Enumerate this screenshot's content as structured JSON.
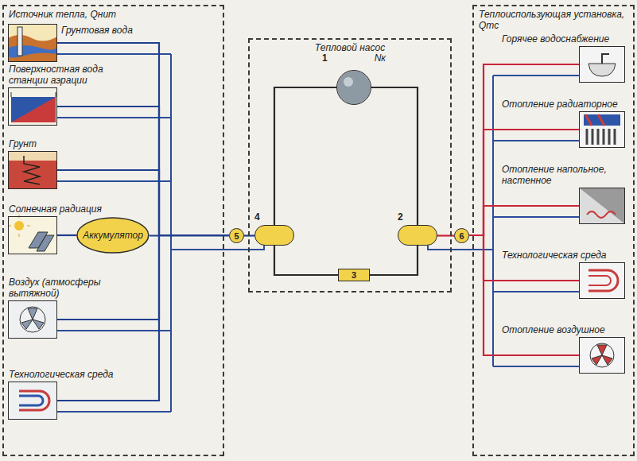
{
  "diagram": {
    "nodes": [
      {
        "text": [
          "Источник тепла, Qнит"
        ]
      },
      {
        "text": [
          "Грунтовая вода"
        ],
        "in": 0
      },
      {
        "text": [
          "Поверхностная вода станции аэрации"
        ],
        "in": 0
      },
      {
        "text": [
          "Грунт"
        ],
        "in": 0
      },
      {
        "text": [
          "Солнечная радиация"
        ],
        "in": 0
      },
      {
        "text": [
          "Аккумулятор"
        ],
        "in": 0
      },
      {
        "text": [
          "Воздух (атмосферы вытяжной)"
        ],
        "in": 0
      },
      {
        "text": [
          "Технологическая среда"
        ],
        "in": 0
      },
      {
        "text": [
          "5"
        ]
      },
      {
        "text": [
          "Тепловой насос"
        ]
      },
      {
        "text": [
          "1",
          "Nк"
        ],
        "in": 9
      },
      {
        "text": [
          "4"
        ],
        "in": 9
      },
      {
        "text": [
          "2"
        ],
        "in": 9
      },
      {
        "text": [
          "3"
        ],
        "in": 9
      },
      {
        "text": [
          "6"
        ]
      },
      {
        "text": [
          "Теплоиспользующая установка, Qтс"
        ]
      },
      {
        "text": [
          "Горячее водоснабжение"
        ],
        "in": 15
      },
      {
        "text": [
          "Отопление радиаторное"
        ],
        "in": 15
      },
      {
        "text": [
          "Отопление напольное, настенное"
        ],
        "in": 15
      },
      {
        "text": [
          "Технологическая среда"
        ],
        "in": 15
      },
      {
        "text": [
          "Отопление воздушное"
        ],
        "in": 15
      }
    ],
    "edges": [
      {
        "from": 1,
        "to": 8,
        "arrow": "none"
      },
      {
        "from": 2,
        "to": 8,
        "arrow": "none"
      },
      {
        "from": 3,
        "to": 8,
        "arrow": "none"
      },
      {
        "from": 4,
        "to": 5,
        "arrow": "none"
      },
      {
        "from": 5,
        "to": 8,
        "arrow": "none"
      },
      {
        "from": 6,
        "to": 8,
        "arrow": "none"
      },
      {
        "from": 7,
        "to": 8,
        "arrow": "none"
      },
      {
        "from": 8,
        "to": 11,
        "arrow": "none"
      },
      {
        "from": 11,
        "to": 10,
        "arrow": "none"
      },
      {
        "from": 10,
        "to": 12,
        "arrow": "none"
      },
      {
        "from": 12,
        "to": 13,
        "arrow": "none"
      },
      {
        "from": 13,
        "to": 11,
        "arrow": "none"
      },
      {
        "from": 12,
        "to": 14,
        "arrow": "none"
      },
      {
        "from": 14,
        "to": 16,
        "arrow": "none"
      },
      {
        "from": 14,
        "to": 17,
        "arrow": "none"
      },
      {
        "from": 14,
        "to": 18,
        "arrow": "none"
      },
      {
        "from": 14,
        "to": 19,
        "arrow": "none"
      },
      {
        "from": 14,
        "to": 20,
        "arrow": "none"
      }
    ]
  }
}
